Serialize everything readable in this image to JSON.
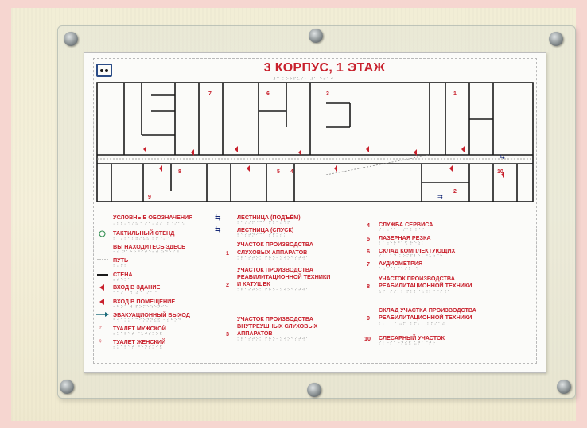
{
  "colors": {
    "accent_red": "#c8202c",
    "plan_line": "#1a1a1a",
    "logo_blue": "#2a4b86"
  },
  "sign": {
    "title": "3 КОРПУС, 1 ЭТАЖ",
    "legend": {
      "col1": [
        {
          "label": "УСЛОВНЫЕ ОБОЗНАЧЕНИЯ"
        },
        {
          "label": "ТАКТИЛЬНЫЙ СТЕНД",
          "icon": "info-circle-icon"
        },
        {
          "label": "ВЫ НАХОДИТЕСЬ ЗДЕСЬ"
        },
        {
          "label": "ПУТЬ"
        },
        {
          "label": "СТЕНА"
        },
        {
          "label": "ВХОД В ЗДАНИЕ",
          "icon": "red-triangle-icon"
        },
        {
          "label": "ВХОД В ПОМЕЩЕНИЕ",
          "icon": "red-triangle-icon"
        },
        {
          "label": "ЭВАКУАЦИОННЫЙ ВЫХОД",
          "icon": "arrow-right-icon"
        },
        {
          "label": "ТУАЛЕТ МУЖСКОЙ"
        },
        {
          "label": "ТУАЛЕТ ЖЕНСКИЙ"
        }
      ],
      "col2": [
        {
          "label": "ЛЕСТНИЦА (ПОДЪЁМ)",
          "icon": "double-arrow-icon"
        },
        {
          "label": "ЛЕСТНИЦА (СПУСК)",
          "icon": "double-arrow-icon"
        },
        {
          "label": "УЧАСТОК ПРОИЗВОДСТВА"
        },
        {
          "num": "1",
          "label": "СЛУХОВЫХ АППАРАТОВ"
        },
        {
          "label": "УЧАСТОК ПРОИЗВОДСТВА"
        },
        {
          "label": "РЕАБИЛИТАЦИОННОЙ ТЕХНИКИ"
        },
        {
          "num": "2",
          "label": "И КАТУШЕК"
        },
        {
          "label": "УЧАСТОК ПРОИЗВОДСТВА"
        },
        {
          "label": "ВНУТРЕУШНЫХ СЛУХОВЫХ"
        },
        {
          "num": "3",
          "label": "АППАРАТОВ"
        }
      ],
      "col3": [
        {
          "num": "4",
          "label": "СЛУЖБА СЕРВИСА"
        },
        {
          "num": "5",
          "label": "ЛАЗЕРНАЯ РЕЗКА"
        },
        {
          "num": "6",
          "label": "СКЛАД КОМПЛЕКТУЮЩИХ"
        },
        {
          "num": "7",
          "label": "АУДИОМЕТРИЯ"
        },
        {
          "label": "УЧАСТОК ПРОИЗВОДСТВА"
        },
        {
          "num": "8",
          "label": "РЕАБИЛИТАЦИОННОЙ ТЕХНИКИ"
        },
        {
          "label": "СКЛАД УЧАСТКА ПРОИЗВОДСТВА"
        },
        {
          "num": "9",
          "label": "РЕАБИЛИТАЦИОННОЙ ТЕХНИКИ"
        },
        {
          "num": "10",
          "label": "СЛЕСАРНЫЙ УЧАСТОК"
        }
      ]
    },
    "plan_room_numbers": [
      "1",
      "2",
      "3",
      "4",
      "5",
      "6",
      "7",
      "8",
      "9",
      "10"
    ]
  }
}
